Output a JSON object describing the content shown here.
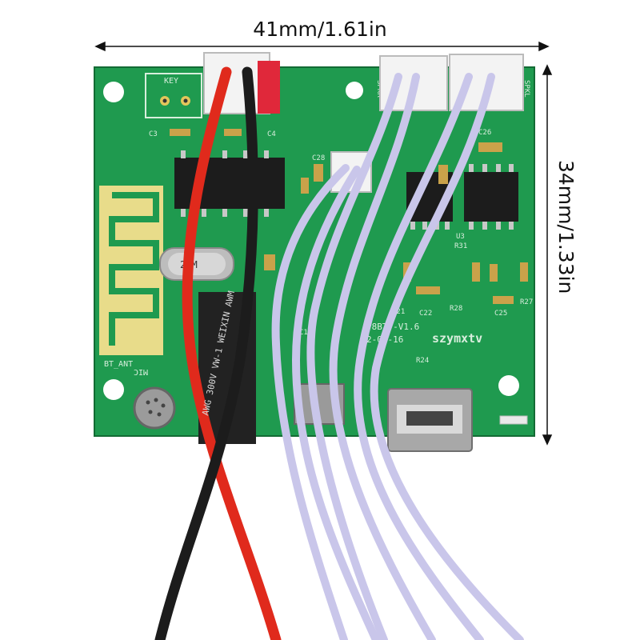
{
  "dimensions": {
    "width_label": "41mm/1.61in",
    "height_label": "34mm/1.33in"
  },
  "board": {
    "silkscreen": {
      "key": "KEY",
      "bt_ant": "BT_ANT",
      "mic": "MIC",
      "brand": "szymxtv",
      "version": "P8BT--V1.6",
      "date": "2-05-16",
      "crystal": "26M",
      "spkr": "SPKR",
      "spkl": "SPKL",
      "c3": "C3",
      "c4": "C4",
      "c14": "C14",
      "c21": "C21",
      "c22": "C22",
      "c25": "C25",
      "c26": "C26",
      "c28": "C28",
      "r24": "R24",
      "r27": "R27",
      "r28": "R28",
      "r31": "R31",
      "u3": "U3"
    },
    "wire_print": "AWG 300V VW-1 WEIXIN AWM"
  },
  "colors": {
    "pcb": "#1f9a4f",
    "pcb_dark": "#167a3d",
    "antenna": "#e8dc8a",
    "wire_red": "#e02a1c",
    "wire_black": "#1c1c1c",
    "wire_lavender": "#c9c6ea",
    "connector": "#f3f3f3"
  }
}
